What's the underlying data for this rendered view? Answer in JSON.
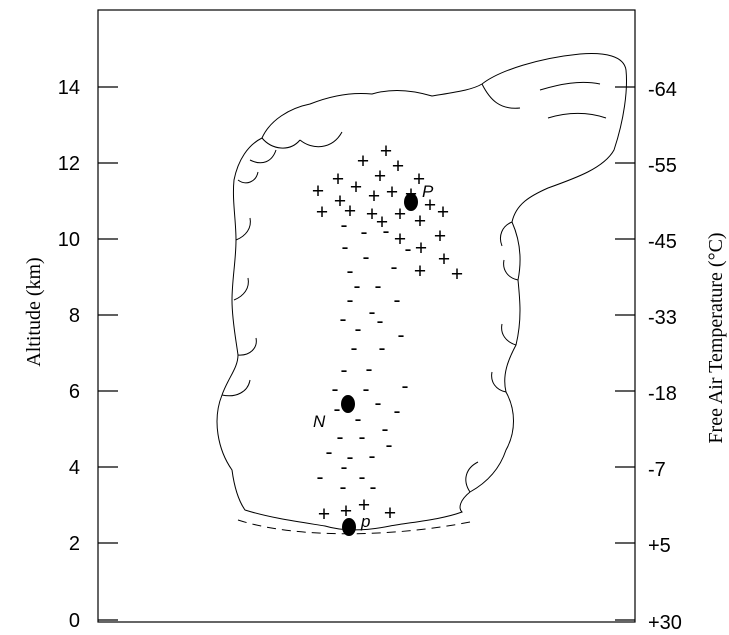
{
  "figure": {
    "y_axis_left_title": "Altitude (km)",
    "y_axis_right_title": "Free Air Temperature (°C)",
    "altitude_ticks": [
      "0",
      "2",
      "4",
      "6",
      "8",
      "10",
      "12",
      "14"
    ],
    "temperature_ticks": [
      "+30",
      "+5",
      "-7",
      "-18",
      "-33",
      "-45",
      "-55",
      "-64"
    ],
    "centers": [
      {
        "label": "P",
        "altitude_km": 11.0
      },
      {
        "label": "N",
        "altitude_km": 5.7
      },
      {
        "label": "p",
        "altitude_km": 2.4
      }
    ],
    "plus_symbol": "+",
    "minus_symbol": "-"
  }
}
